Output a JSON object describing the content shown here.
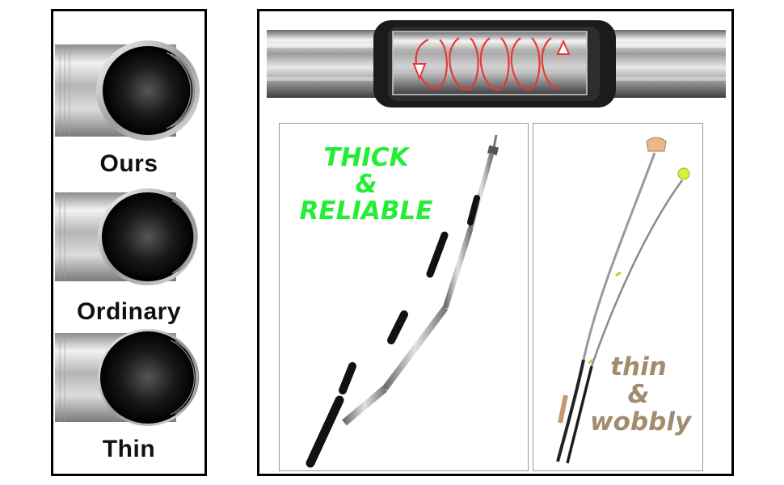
{
  "comparison": {
    "labels": [
      "Ours",
      "Ordinary",
      "Thin"
    ]
  },
  "thick_panel": {
    "line1": "THICK",
    "line2": "&",
    "line3": "RELIABLE"
  },
  "thin_panel": {
    "line1": "thin",
    "line2": "&",
    "line3": "wobbly"
  },
  "colors": {
    "thick_caption": "#22ee33",
    "thin_caption": "#a38b6f",
    "spiral_arrow": "#e53935",
    "steel_light": "#e8e8e8",
    "steel_dark": "#4a4a4a"
  },
  "icons": [
    "spiral-thread-icon",
    "arrow-up-icon",
    "arrow-down-icon"
  ]
}
